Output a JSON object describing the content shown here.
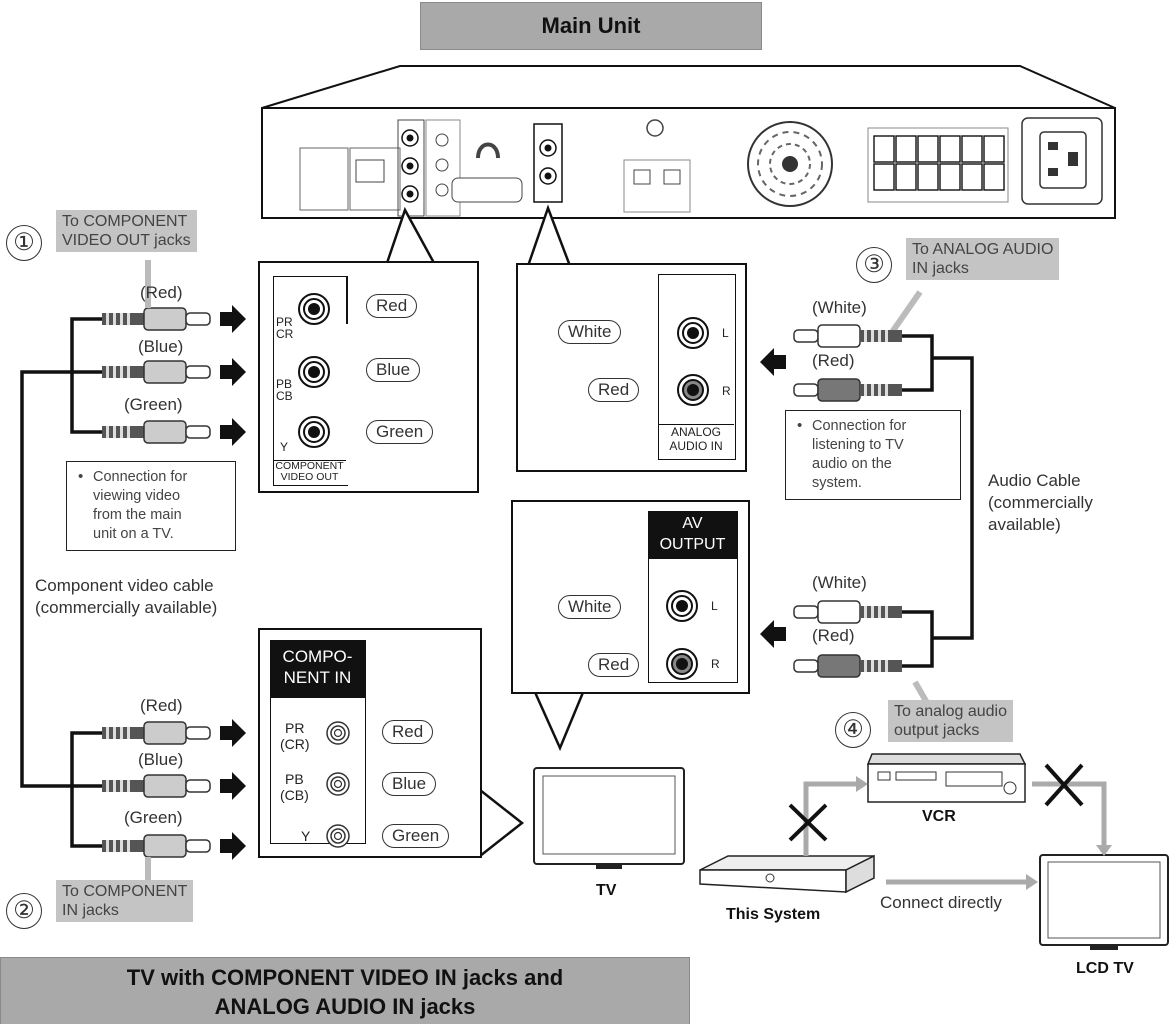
{
  "titles": {
    "main_unit": "Main Unit",
    "bottom_line1": "TV with COMPONENT VIDEO IN jacks and",
    "bottom_line2": "ANALOG AUDIO IN jacks"
  },
  "steps": {
    "s1": {
      "num": "①",
      "tag_line1": "To COMPONENT",
      "tag_line2": "VIDEO OUT jacks"
    },
    "s2": {
      "num": "②",
      "tag_line1": "To COMPONENT",
      "tag_line2": "IN jacks"
    },
    "s3": {
      "num": "③",
      "tag_line1": "To ANALOG AUDIO",
      "tag_line2": "IN jacks"
    },
    "s4": {
      "num": "④",
      "tag_line1": "To analog audio",
      "tag_line2": "output jacks"
    }
  },
  "plug_labels": {
    "red": "(Red)",
    "blue": "(Blue)",
    "green": "(Green)",
    "white": "(White)"
  },
  "pills": {
    "red": "Red",
    "blue": "Blue",
    "green": "Green",
    "white": "White"
  },
  "notes": {
    "video": [
      "Connection for",
      "viewing video",
      "from the main",
      "unit on a TV."
    ],
    "audio": [
      "Connection for",
      "listening to TV",
      "audio on the",
      "system."
    ]
  },
  "cables": {
    "component_line1": "Component video cable",
    "component_line2": "(commercially available)",
    "audio_line1": "Audio Cable",
    "audio_line2": "(commercially",
    "audio_line3": "available)"
  },
  "jacks": {
    "pr_cr_1": "PR",
    "pr_cr_2": "CR",
    "pb_cb_1": "PB",
    "pb_cb_2": "CB",
    "y": "Y",
    "component_video_out_1": "COMPONENT",
    "component_video_out_2": "VIDEO OUT",
    "l": "L",
    "r": "R",
    "analog_audio_in_1": "ANALOG",
    "analog_audio_in_2": "AUDIO IN",
    "av_output_1": "AV",
    "av_output_2": "OUTPUT",
    "component_in_1": "COMPO-",
    "component_in_2": "NENT IN",
    "pr_paren": "(CR)",
    "pb_paren": "(CB)"
  },
  "devices": {
    "tv": "TV",
    "vcr": "VCR",
    "this_system": "This System",
    "lcd_tv": "LCD TV"
  },
  "connect_directly": "Connect directly"
}
